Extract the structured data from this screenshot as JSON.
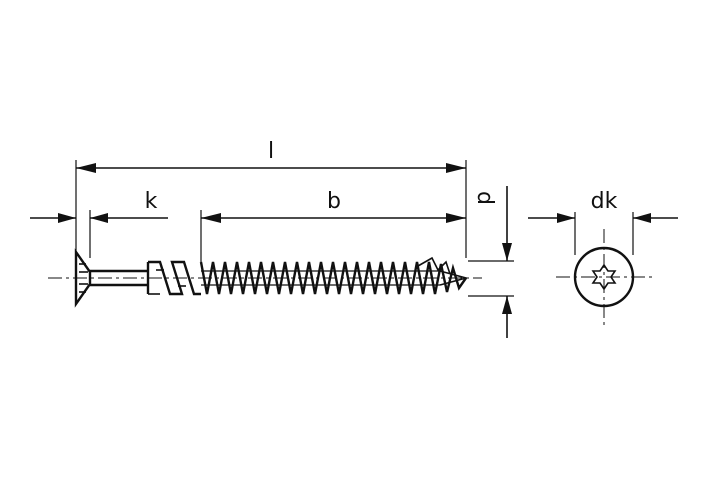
{
  "labels": {
    "length": "l",
    "head_height": "k",
    "thread_length": "b",
    "diameter": "d",
    "head_diameter": "dk"
  },
  "icons": {
    "side_view": "countersunk-screw-side-view",
    "head_view": "torx-head-end-view"
  }
}
